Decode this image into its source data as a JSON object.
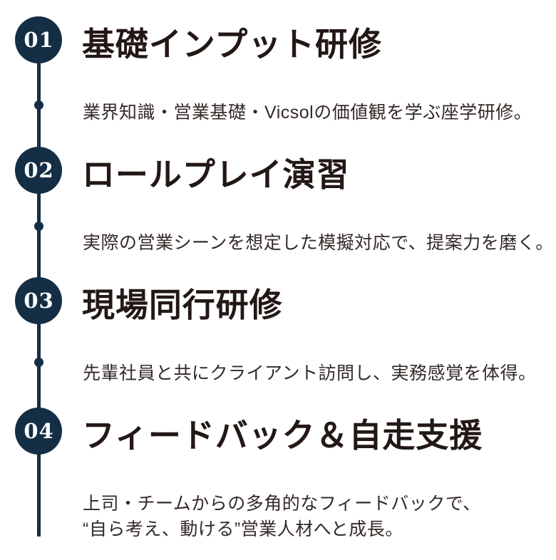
{
  "theme": {
    "background": "#ffffff",
    "accent_navy": "#142e45",
    "title_color": "#231815",
    "desc_color": "#332a27",
    "number_color": "#ffffff"
  },
  "timeline": {
    "items": [
      {
        "number": "01",
        "title": "基礎インプット研修",
        "desc_lines": [
          "業界知識・営業基礎・Vicsolの価値観を学ぶ座学研修。"
        ]
      },
      {
        "number": "02",
        "title": "ロールプレイ演習",
        "desc_lines": [
          "実際の営業シーンを想定した模擬対応で、提案力を磨く。"
        ]
      },
      {
        "number": "03",
        "title": "現場同行研修",
        "desc_lines": [
          "先輩社員と共にクライアント訪問し、実務感覚を体得。"
        ]
      },
      {
        "number": "04",
        "title": "フィードバック＆自走支援",
        "desc_lines": [
          "上司・チームからの多角的なフィードバックで、",
          "“自ら考え、動ける”営業人材へと成長。"
        ]
      }
    ]
  }
}
